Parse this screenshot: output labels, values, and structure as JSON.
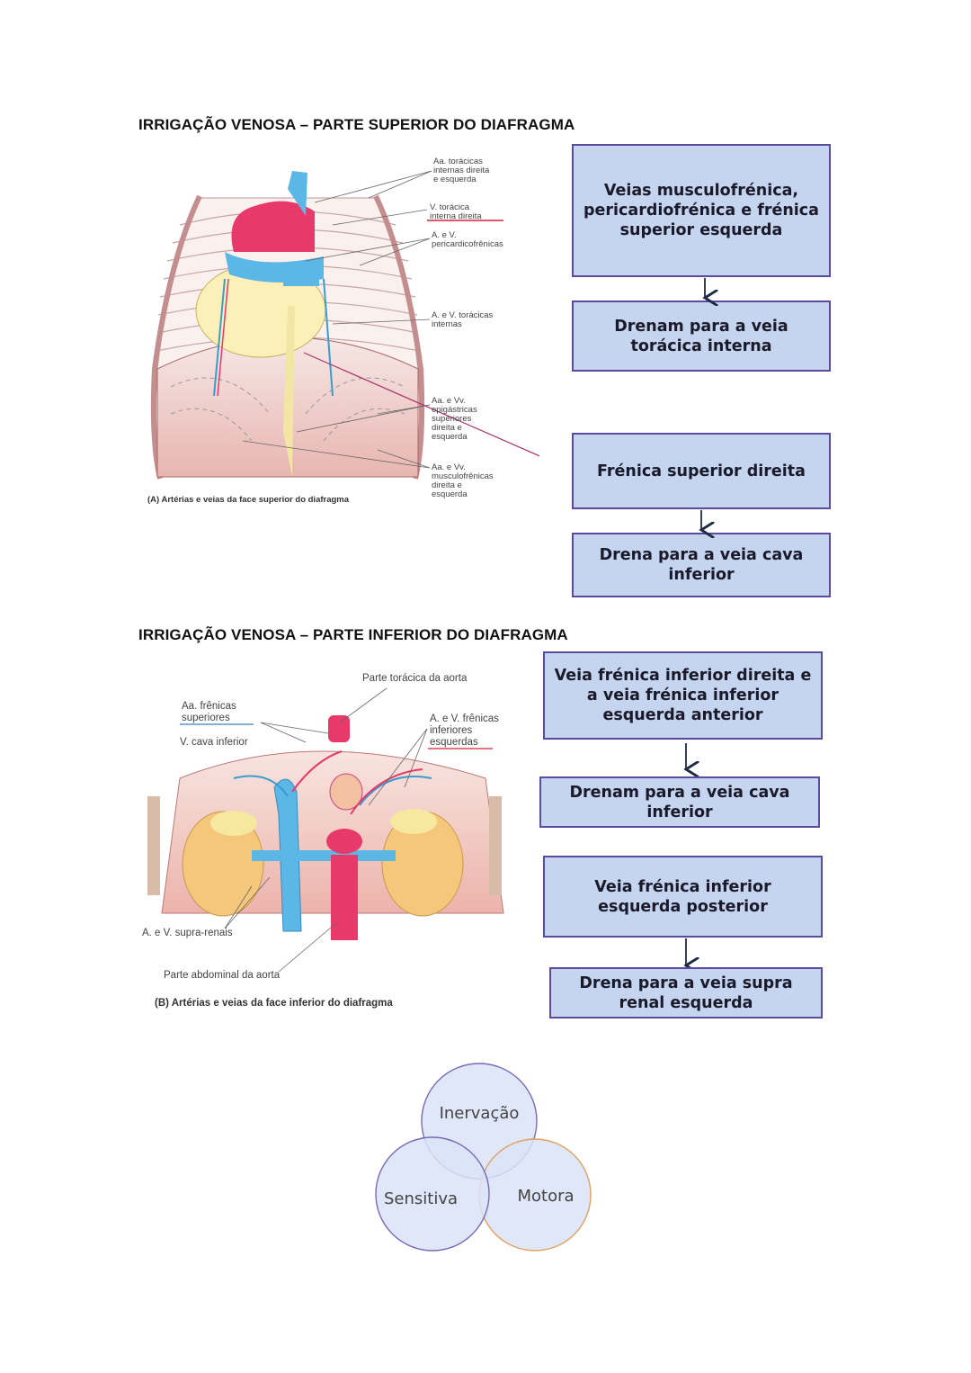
{
  "section_superior": {
    "heading": "IRRIGAÇÃO VENOSA – PARTE SUPERIOR DO DIAFRAGMA",
    "figure": {
      "labels": [
        "Aa. torácicas",
        "internas direita",
        "e esquerda",
        "V. torácica",
        "interna direita",
        "A. e V.",
        "pericardicofrênicas",
        "A. e V. torácicas",
        "internas",
        "Aa. e Vv.",
        "epigástricas",
        "superiores",
        "direita e",
        "esquerda",
        "Aa. e Vv.",
        "musculofrênicas",
        "direita e",
        "esquerda"
      ],
      "caption": "(A) Artérias e veias da face superior do diafragma"
    },
    "boxes": [
      "Veias musculofrénica, pericardiofrénica e frénica superior esquerda",
      "Drenam para a veia torácica interna",
      "Frénica superior direita",
      "Drena para a veia cava inferior"
    ]
  },
  "section_inferior": {
    "heading": "IRRIGAÇÃO VENOSA – PARTE INFERIOR DO DIAFRAGMA",
    "figure": {
      "labels": [
        "Parte torácica da aorta",
        "Aa. frênicas",
        "superiores",
        "V. cava inferior",
        "A. e V. frênicas",
        "inferiores",
        "esquerdas",
        "A. e V. supra-renais",
        "Parte abdominal da aorta"
      ],
      "caption": "(B) Artérias e veias da face inferior do diafragma"
    },
    "boxes": [
      "Veia frénica inferior direita e a veia frénica inferior esquerda anterior",
      "Drenam para a veia cava inferior",
      "Veia frénica inferior esquerda posterior",
      "Drena para a veia supra renal esquerda"
    ]
  },
  "venn": {
    "top": "Inervação",
    "left": "Sensitiva",
    "right": "Motora"
  },
  "colors": {
    "box_fill": "#c5d4ef",
    "box_border": "#5a4b9e",
    "arrow": "#1f2a44",
    "venn_fill": "#dbe3f7",
    "venn_border_purple": "#7a6ab8",
    "venn_border_orange": "#e0a060"
  }
}
